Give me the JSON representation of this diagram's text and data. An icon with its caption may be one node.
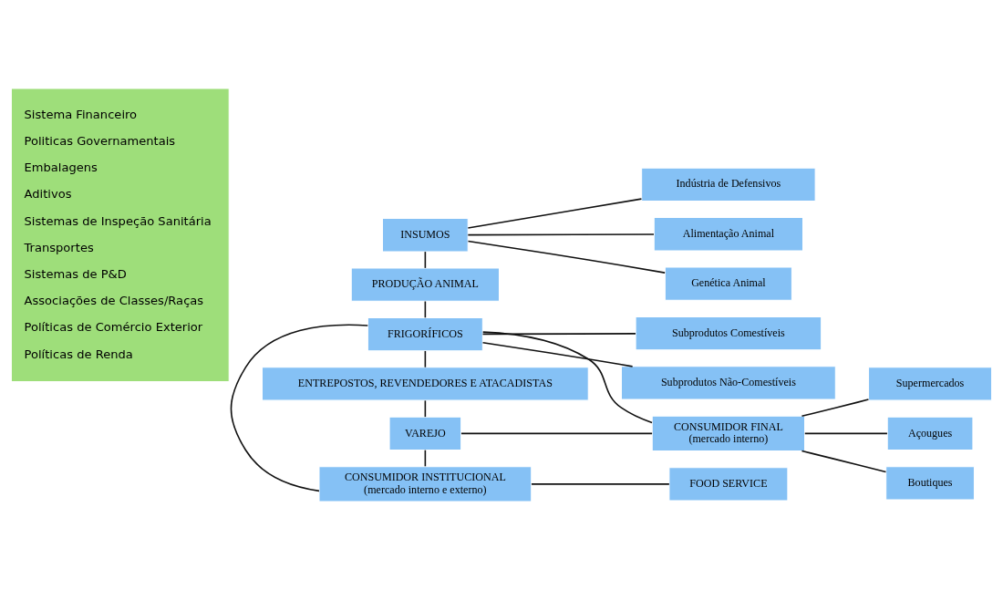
{
  "diagram": {
    "nodes": [
      {
        "text": [
          "Sistema Financeiro",
          "Politicas Governamentais",
          "Embalagens",
          "Aditivos",
          "Sistemas de Inspeção Sanitária",
          "Transportes",
          "Sistemas de P&D",
          "Associações de Classes/Raças",
          "Políticas de Comércio Exterior",
          "Políticas de Renda"
        ]
      },
      {
        "text": [
          "INSUMOS"
        ]
      },
      {
        "text": [
          "PRODUÇÃO ANIMAL"
        ]
      },
      {
        "text": [
          "FRIGORÍFICOS"
        ]
      },
      {
        "text": [
          "ENTREPOSTOS, REVENDEDORES E ATACADISTAS"
        ]
      },
      {
        "text": [
          "VAREJO"
        ]
      },
      {
        "text": [
          "CONSUMIDOR INSTITUCIONAL",
          "(mercado interno e externo)"
        ]
      },
      {
        "text": [
          "Indústria de Defensivos"
        ]
      },
      {
        "text": [
          "Alimentação Animal"
        ]
      },
      {
        "text": [
          "Genética Animal"
        ]
      },
      {
        "text": [
          "Subprodutos Comestíveis"
        ]
      },
      {
        "text": [
          "Subprodutos Não-Comestíveis"
        ]
      },
      {
        "text": [
          "CONSUMIDOR FINAL",
          "(mercado interno)"
        ]
      },
      {
        "text": [
          "Supermercados"
        ]
      },
      {
        "text": [
          "Açougues"
        ]
      },
      {
        "text": [
          "Boutiques"
        ]
      },
      {
        "text": [
          "FOOD SERVICE"
        ]
      }
    ],
    "edges": [
      {
        "from": 1,
        "to": 2,
        "arrow": "none"
      },
      {
        "from": 2,
        "to": 3,
        "arrow": "none"
      },
      {
        "from": 3,
        "to": 4,
        "arrow": "none"
      },
      {
        "from": 4,
        "to": 5,
        "arrow": "none"
      },
      {
        "from": 5,
        "to": 6,
        "arrow": "none"
      },
      {
        "from": 3,
        "to": 6,
        "arrow": "none"
      },
      {
        "from": 1,
        "to": 7,
        "arrow": "none"
      },
      {
        "from": 1,
        "to": 8,
        "arrow": "none"
      },
      {
        "from": 1,
        "to": 9,
        "arrow": "none"
      },
      {
        "from": 3,
        "to": 10,
        "arrow": "none"
      },
      {
        "from": 3,
        "to": 11,
        "arrow": "none"
      },
      {
        "from": 3,
        "to": 12,
        "arrow": "none"
      },
      {
        "from": 5,
        "to": 12,
        "arrow": "none"
      },
      {
        "from": 12,
        "to": 13,
        "arrow": "none"
      },
      {
        "from": 12,
        "to": 14,
        "arrow": "none"
      },
      {
        "from": 12,
        "to": 15,
        "arrow": "none"
      },
      {
        "from": 6,
        "to": 16,
        "arrow": "none"
      }
    ]
  }
}
